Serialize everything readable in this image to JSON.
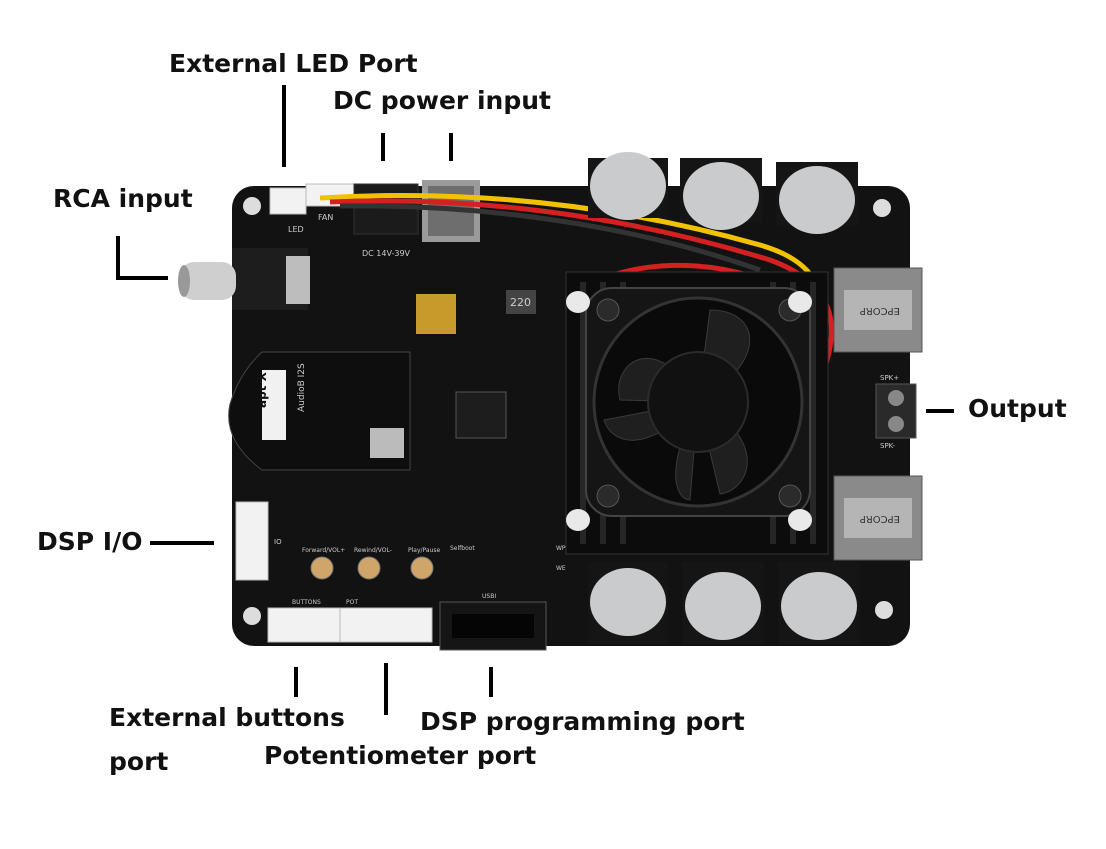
{
  "labels": {
    "external_led_port": "External LED Port",
    "dc_power_input": "DC power input",
    "rca_input": "RCA input",
    "output": "Output",
    "dsp_io": "DSP I/O",
    "external_buttons_port_1": "External buttons",
    "external_buttons_port_2": "port",
    "potentiometer_port": "Potentiometer port",
    "dsp_programming_port": "DSP programming port"
  },
  "board_text": {
    "led": "LED",
    "fan": "FAN",
    "dc_rating": "DC 14V-39V",
    "inductor": "220",
    "module_brand": "apt X",
    "module_name": "AudioB I2S",
    "spk_plus": "SPK+",
    "spk_minus": "SPK-",
    "io": "IO",
    "btn_forward": "Forward/VOL+",
    "btn_rewind": "Rewind/VOL-",
    "btn_play": "Play/Pause",
    "buttons": "BUTTONS",
    "pot": "POT",
    "usbi": "USBI",
    "selfboot": "Selfboot",
    "wp": "WP",
    "we": "WE",
    "epcorp": "EPCORP"
  },
  "colors": {
    "pcb": "#121212",
    "heatsink": "#0c0c0c",
    "capacitor_top": "#c9cbcc",
    "capacitor_body": "#151515",
    "connector_white": "#f2f2f2",
    "inductor_gray": "#8a8a8a",
    "wire_red": "#d42020",
    "wire_yellow": "#f2c200",
    "wire_black": "#222222"
  }
}
